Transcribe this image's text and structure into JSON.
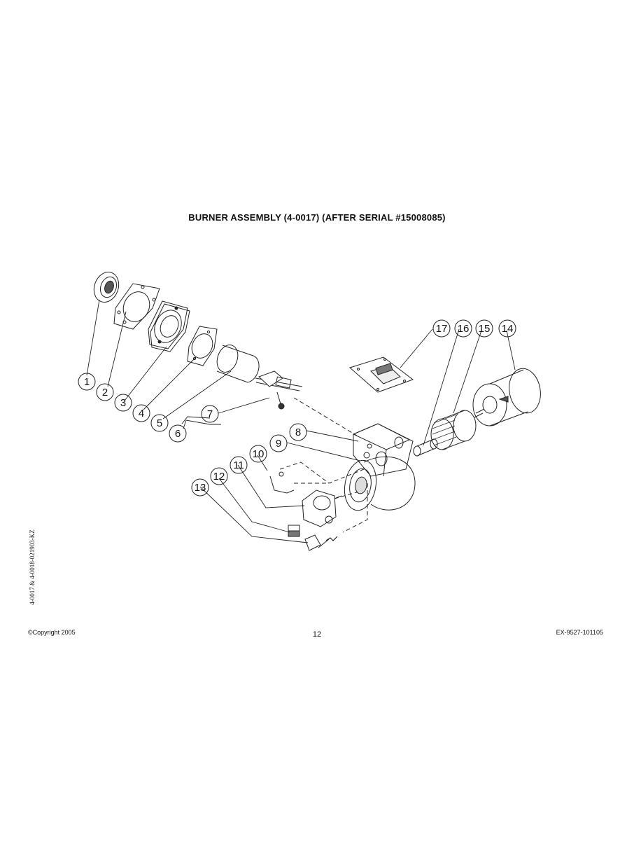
{
  "title": "BURNER ASSEMBLY (4-0017) (AFTER SERIAL #15008085)",
  "footer": {
    "copyright": "©Copyright 2005",
    "page_number": "12",
    "doc_code": "EX-9527-101105"
  },
  "side_code": "4-0017 & 4-0018-021903-KZ",
  "callouts": [
    "1",
    "2",
    "3",
    "4",
    "5",
    "6",
    "7",
    "8",
    "9",
    "10",
    "11",
    "12",
    "13",
    "14",
    "15",
    "16",
    "17"
  ]
}
